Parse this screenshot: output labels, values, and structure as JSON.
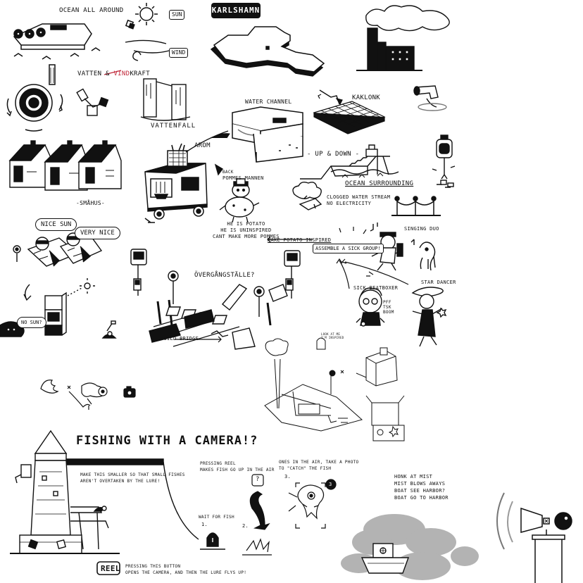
{
  "labels": {
    "ocean_all_around": "OCEAN ALL AROUND",
    "sun": "SUN",
    "wind": "WIND",
    "karlshamn": "KARLSHAMN",
    "vatten": "VATTEN &",
    "vindkraft_struck": "VIND",
    "vindkraft_rest": "KRAFT",
    "vattenfall": "VATTENFALL",
    "water_channel": "WATER CHANNEL",
    "kaklonk": "KAKLONK",
    "arom": "AROM",
    "up_down": "- UP & DOWN -",
    "ocean_surrounding": "OCEAN SURROUNDING",
    "back": "BACK",
    "pommes_mannen": "POMMES MANNEN",
    "smahus": "-SMÅHUS-",
    "clogged": "CLOGGED WATER STREAM\nNO ELECTRICITY",
    "potato_text": "HE IS POTATO\nHE IS UNINSPIRED\nCANT MAKE MORE POMMES",
    "make_potato_inspired": "MAKE POTATO INSPIRED",
    "assemble": "ASSEMBLE A SICK GROUP!",
    "singing_duo": "SINGING DUO",
    "star_dancer": "STAR DANCER",
    "sick_beatboxer": "SICK BEATBOXER",
    "pff_tsk_boom": "PFF\nTSK\nBOOM",
    "nice_sun": "NICE SUN",
    "very_nice": "VERY NICE",
    "no_sun": "NO SUN?",
    "overgangstalle": "ÖVERGÅNGSTÄLLE?",
    "build_bridge": "BUILD BRIDGE",
    "fishing_title": "FISHING WITH A CAMERA!?",
    "make_smaller": "MAKE THIS SMALLER SO THAT SMALL FISHES\nAREN'T OVERTAKEN BY THE LURE!",
    "pressing_reel": "PRESSING REEL\nMAKES FISH GO UP IN THE AIR",
    "ones_in_air": "ONES IN THE AIR, TAKE A PHOTO\nTO \"CATCH\" THE FISH",
    "step3": "3.",
    "step3_circle": "3",
    "wait_for_fish": "WAIT FOR FISH",
    "step1": "1.",
    "step2": "2.",
    "question": "?",
    "reel": "REEL",
    "pressing_button": "PRESSING THIS BUTTON\nOPENS THE CAMERA, AND THEN THE LURE FLYS UP!",
    "honk": "HONK AT MIST\nMIST BLOWS AWAYS\nBOAT SEE HARBOR?\nBOAT GO TO HARBOR",
    "small_note": "LOOK AT ME\nI'M INSPIRED"
  },
  "colors": {
    "ink": "#111111",
    "paper": "#ffffff",
    "mist": "#9a9a9a",
    "strike": "#c0283a"
  }
}
